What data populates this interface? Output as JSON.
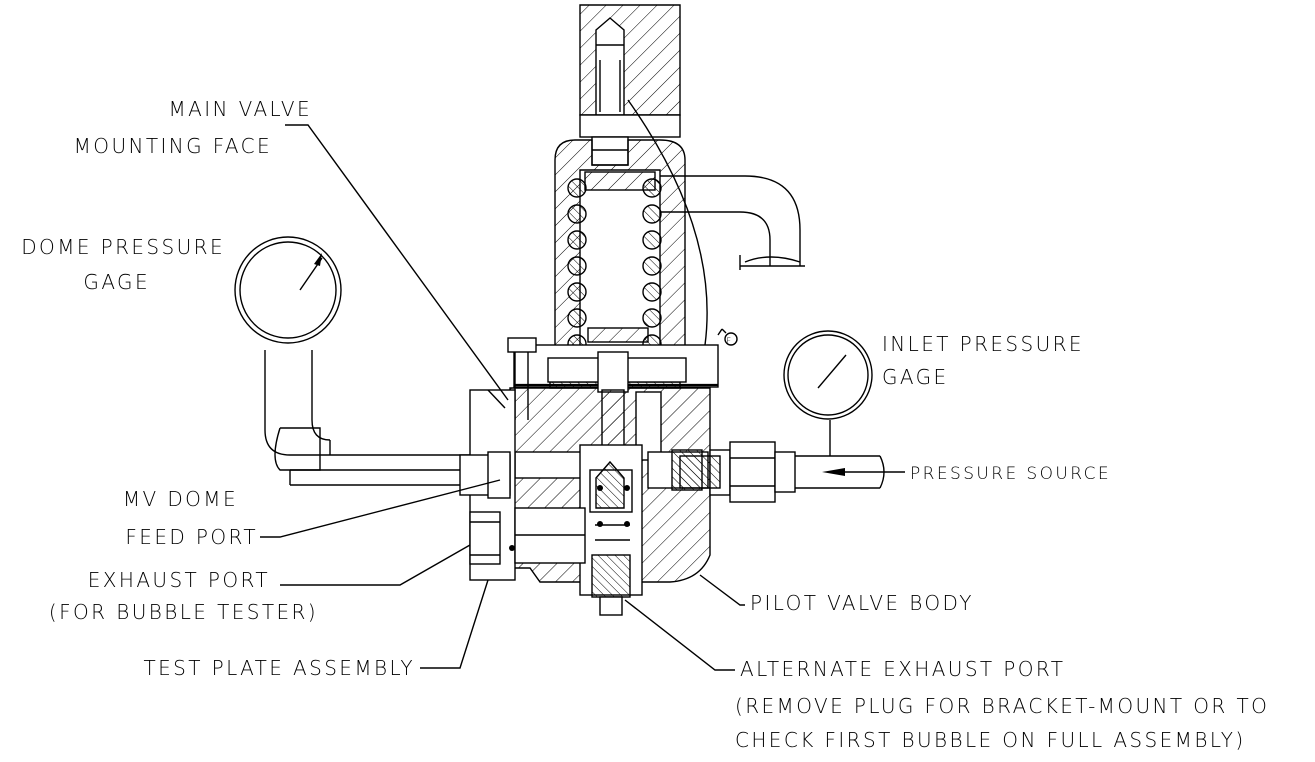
{
  "labels": {
    "main_valve_face_1": "MAIN VALVE",
    "main_valve_face_2": "MOUNTING FACE",
    "dome_gage_1": "DOME PRESSURE",
    "dome_gage_2": "GAGE",
    "inlet_gage_1": "INLET PRESSURE",
    "inlet_gage_2": "GAGE",
    "pressure_source": "PRESSURE SOURCE",
    "mv_dome_1": "MV DOME",
    "mv_dome_2": "FEED PORT",
    "exhaust_1": "EXHAUST PORT",
    "exhaust_2": "(FOR BUBBLE TESTER)",
    "pilot_body": "PILOT VALVE BODY",
    "test_plate": "TEST PLATE ASSEMBLY",
    "alt_exhaust_1": "ALTERNATE EXHAUST PORT",
    "alt_exhaust_2": "(REMOVE PLUG FOR BRACKET-MOUNT OR TO",
    "alt_exhaust_3": "CHECK FIRST BUBBLE ON FULL ASSEMBLY)"
  },
  "small_mark": "F"
}
